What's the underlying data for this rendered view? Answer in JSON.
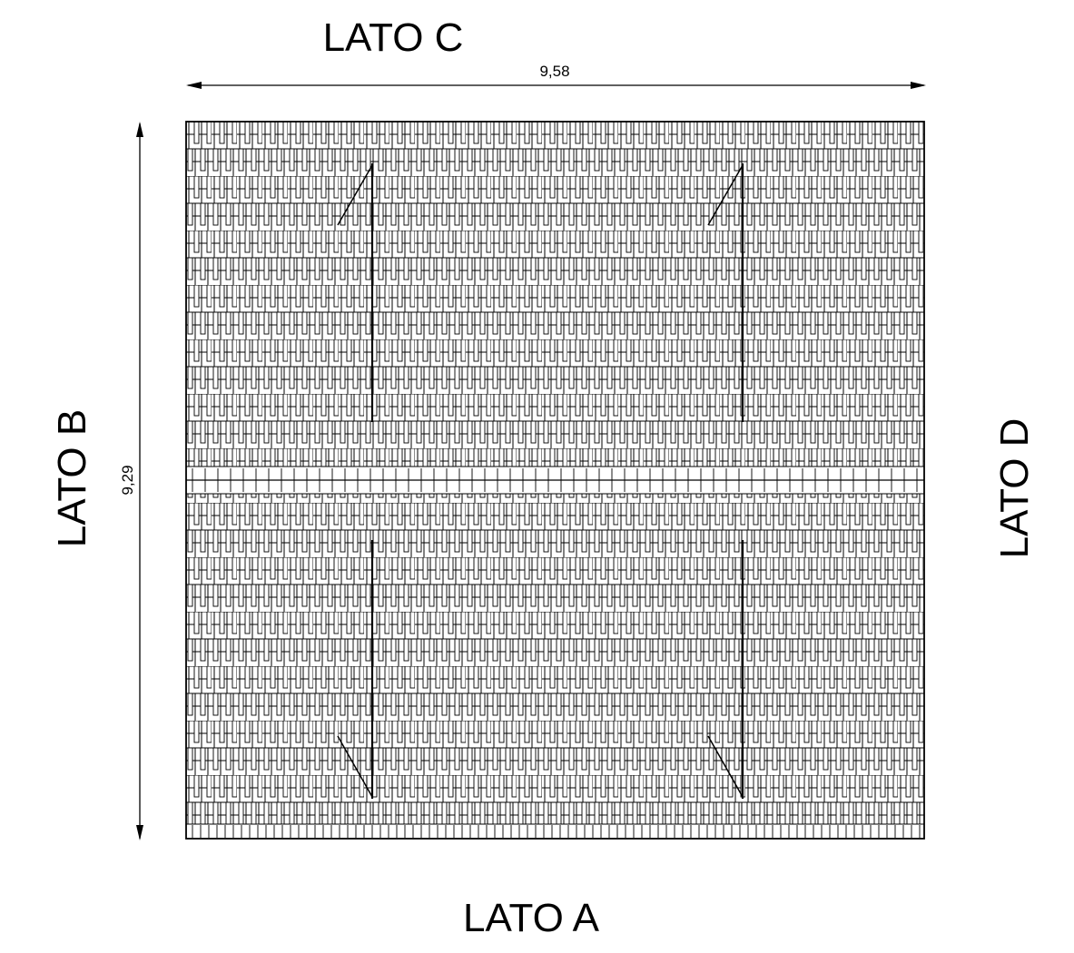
{
  "labels": {
    "side_a": "LATO A",
    "side_b": "LATO B",
    "side_c": "LATO C",
    "side_d": "LATO D"
  },
  "dimensions": {
    "width": "9,58",
    "height": "9,29"
  },
  "colors": {
    "ink": "#000000",
    "background": "#ffffff"
  }
}
